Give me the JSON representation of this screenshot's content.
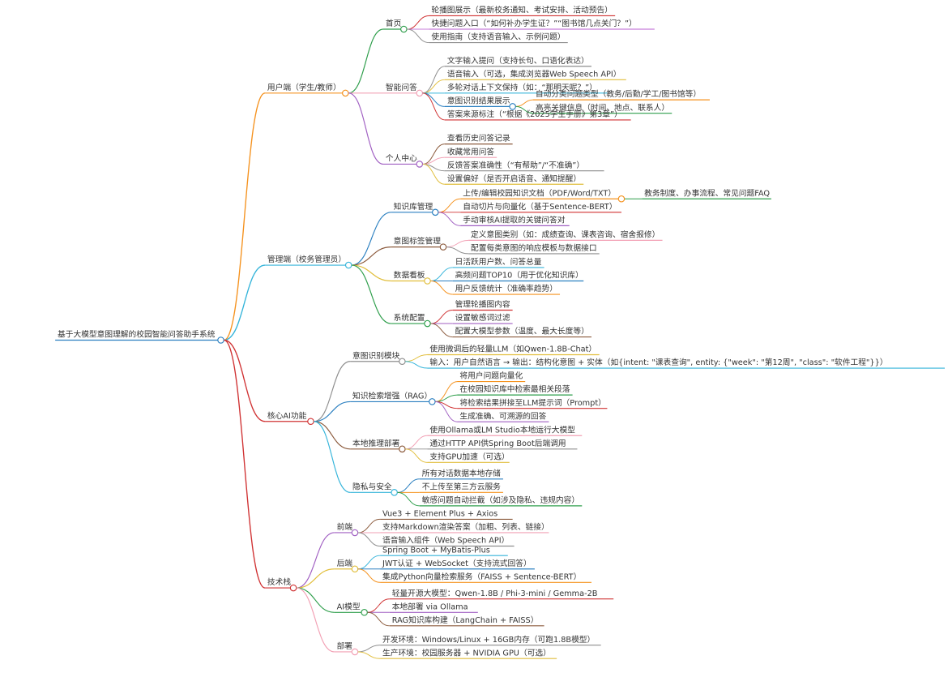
{
  "diagram": {
    "type": "mindmap",
    "root": "基于大模型意图理解的校园智能问答助手系统",
    "branches": [
      {
        "label": "用户端（学生/教师）",
        "color": "#F5921E",
        "children": [
          {
            "label": "首页",
            "color": "#2E9E4B",
            "children": [
              {
                "label": "轮播图展示（最新校务通知、考试安排、活动预告）",
                "color": "#D03233"
              },
              {
                "label": "快捷问题入口（“如何补办学生证？”“图书馆几点关门？”）",
                "color": "#C77DD9"
              },
              {
                "label": "使用指南（支持语音输入、示例问题）",
                "color": "#8E8E8E"
              }
            ]
          },
          {
            "label": "智能问答",
            "color": "#F2A0B4",
            "children": [
              {
                "label": "文字输入提问（支持长句、口语化表达）",
                "color": "#8E8E8E"
              },
              {
                "label": "语音输入（可选，集成浏览器Web Speech API）",
                "color": "#E1BE3B"
              },
              {
                "label": "多轮对话上下文保持（如：“那明天呢？”）",
                "color": "#34B4DA"
              },
              {
                "label": "意图识别结果展示",
                "color": "#2A7FC0",
                "children": [
                  {
                    "label": "自动分类问题类型（教务/后勤/学工/图书馆等）",
                    "color": "#F5921E"
                  },
                  {
                    "label": "高亮关键信息（时间、地点、联系人）",
                    "color": "#2E9E4B"
                  }
                ]
              },
              {
                "label": "答案来源标注（“根据《2025学生手册》第3章”）",
                "color": "#D03233"
              }
            ]
          },
          {
            "label": "个人中心",
            "color": "#A05FC2",
            "children": [
              {
                "label": "查看历史问答记录",
                "color": "#8B5A3C"
              },
              {
                "label": "收藏常用问答",
                "color": "#F2A0B4"
              },
              {
                "label": "反馈答案准确性（“有帮助”/“不准确”）",
                "color": "#8E8E8E"
              },
              {
                "label": "设置偏好（是否开启语音、通知提醒）",
                "color": "#E1BE3B"
              }
            ]
          }
        ]
      },
      {
        "label": "管理端（校务管理员）",
        "color": "#34B4DA",
        "children": [
          {
            "label": "知识库管理",
            "color": "#2A7FC0",
            "children": [
              {
                "label": "上传/编辑校园知识文档（PDF/Word/TXT）",
                "color": "#F5921E",
                "children": [
                  {
                    "label": "教务制度、办事流程、常见问题FAQ",
                    "color": "#2E9E4B"
                  }
                ]
              },
              {
                "label": "自动切片与向量化（基于Sentence-BERT）",
                "color": "#D03233"
              },
              {
                "label": "手动审核AI提取的关键问答对",
                "color": "#A05FC2"
              }
            ]
          },
          {
            "label": "意图标签管理",
            "color": "#8B5A3C",
            "children": [
              {
                "label": "定义意图类别（如：成绩查询、课表咨询、宿舍报修）",
                "color": "#F2A0B4"
              },
              {
                "label": "配置每类意图的响应模板与数据接口",
                "color": "#8E8E8E"
              }
            ]
          },
          {
            "label": "数据看板",
            "color": "#E1BE3B",
            "children": [
              {
                "label": "日活跃用户数、问答总量",
                "color": "#34B4DA"
              },
              {
                "label": "高频问题TOP10（用于优化知识库）",
                "color": "#2A7FC0"
              },
              {
                "label": "用户反馈统计（准确率趋势）",
                "color": "#F5921E"
              }
            ]
          },
          {
            "label": "系统配置",
            "color": "#2E9E4B",
            "children": [
              {
                "label": "管理轮播图内容",
                "color": "#D03233"
              },
              {
                "label": "设置敏感词过滤",
                "color": "#A05FC2"
              },
              {
                "label": "配置大模型参数（温度、最大长度等）",
                "color": "#8B5A3C"
              }
            ]
          }
        ]
      },
      {
        "label": "核心AI功能",
        "color": "#D03233",
        "children": [
          {
            "label": "意图识别模块",
            "color": "#8E8E8E",
            "children": [
              {
                "label": "使用微调后的轻量LLM（如Qwen-1.8B-Chat）",
                "color": "#E1BE3B"
              },
              {
                "label": "输入：用户自然语言 → 输出：结构化意图 + 实体（如{intent: \"课表查询\", entity: {\"week\": \"第12周\", \"class\": \"软件工程\"}}）",
                "color": "#34B4DA"
              }
            ]
          },
          {
            "label": "知识检索增强（RAG）",
            "color": "#2A7FC0",
            "children": [
              {
                "label": "将用户问题向量化",
                "color": "#F5921E"
              },
              {
                "label": "在校园知识库中检索最相关段落",
                "color": "#2E9E4B"
              },
              {
                "label": "将检索结果拼接至LLM提示词（Prompt）",
                "color": "#D03233"
              },
              {
                "label": "生成准确、可溯源的回答",
                "color": "#A05FC2"
              }
            ]
          },
          {
            "label": "本地推理部署",
            "color": "#8B5A3C",
            "children": [
              {
                "label": "使用Ollama或LM Studio本地运行大模型",
                "color": "#F2A0B4"
              },
              {
                "label": "通过HTTP API供Spring Boot后端调用",
                "color": "#8E8E8E"
              },
              {
                "label": "支持GPU加速（可选）",
                "color": "#E1BE3B"
              }
            ]
          },
          {
            "label": "隐私与安全",
            "color": "#34B4DA",
            "children": [
              {
                "label": "所有对话数据本地存储",
                "color": "#2A7FC0"
              },
              {
                "label": "不上传至第三方云服务",
                "color": "#F5921E"
              },
              {
                "label": "敏感问题自动拦截（如涉及隐私、违规内容）",
                "color": "#2E9E4B"
              }
            ]
          }
        ]
      },
      {
        "label": "技术栈",
        "color": "#D03233",
        "children": [
          {
            "label": "前端",
            "color": "#A05FC2",
            "children": [
              {
                "label": "Vue3 + Element Plus + Axios",
                "color": "#8B5A3C"
              },
              {
                "label": "支持Markdown渲染答案（加粗、列表、链接）",
                "color": "#F2A0B4"
              },
              {
                "label": "语音输入组件（Web Speech API）",
                "color": "#8E8E8E"
              }
            ]
          },
          {
            "label": "后端",
            "color": "#E1BE3B",
            "children": [
              {
                "label": "Spring Boot + MyBatis-Plus",
                "color": "#34B4DA"
              },
              {
                "label": "JWT认证 + WebSocket（支持流式回答）",
                "color": "#2A7FC0"
              },
              {
                "label": "集成Python向量检索服务（FAISS + Sentence-BERT）",
                "color": "#F5921E"
              }
            ]
          },
          {
            "label": "AI模型",
            "color": "#2E9E4B",
            "children": [
              {
                "label": "轻量开源大模型：Qwen-1.8B / Phi-3-mini / Gemma-2B",
                "color": "#D03233"
              },
              {
                "label": "本地部署 via Ollama",
                "color": "#A05FC2"
              },
              {
                "label": "RAG知识库构建（LangChain + FAISS）",
                "color": "#8B5A3C"
              }
            ]
          },
          {
            "label": "部署",
            "color": "#F2A0B4",
            "children": [
              {
                "label": "开发环境：Windows/Linux + 16GB内存（可跑1.8B模型）",
                "color": "#8E8E8E"
              },
              {
                "label": "生产环境：校园服务器 + NVIDIA GPU（可选）",
                "color": "#E1BE3B"
              }
            ]
          }
        ]
      }
    ]
  }
}
